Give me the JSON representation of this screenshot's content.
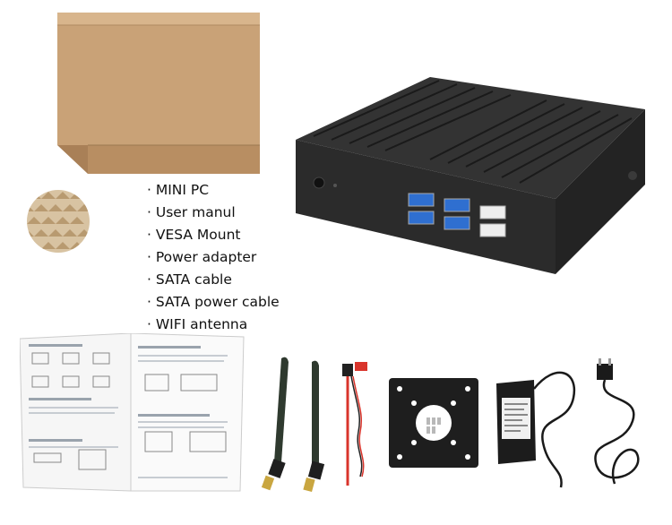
{
  "product": {
    "package_list": [
      "· MINI PC",
      "· User manul",
      "· VESA Mount",
      "· Power adapter",
      "· SATA cable",
      "· SATA power cable",
      "· WIFI antenna"
    ]
  },
  "illustrations": {
    "box": "cardboard-box",
    "carton_texture": "corrugated-cardboard-closeup",
    "mini_pc": "fanless-mini-pc",
    "manual": "user-manual",
    "antennas": "wifi-antenna",
    "sata_cable": "sata-cable",
    "vesa_mount": "vesa-mount-plate",
    "adapter": "power-adapter",
    "power_cable": "power-cord"
  },
  "colors": {
    "cardboard": "#c9a277",
    "pc_body": "#2b2b2b",
    "usb3_blue": "#2f6fd0",
    "sata_red": "#d9342b"
  }
}
